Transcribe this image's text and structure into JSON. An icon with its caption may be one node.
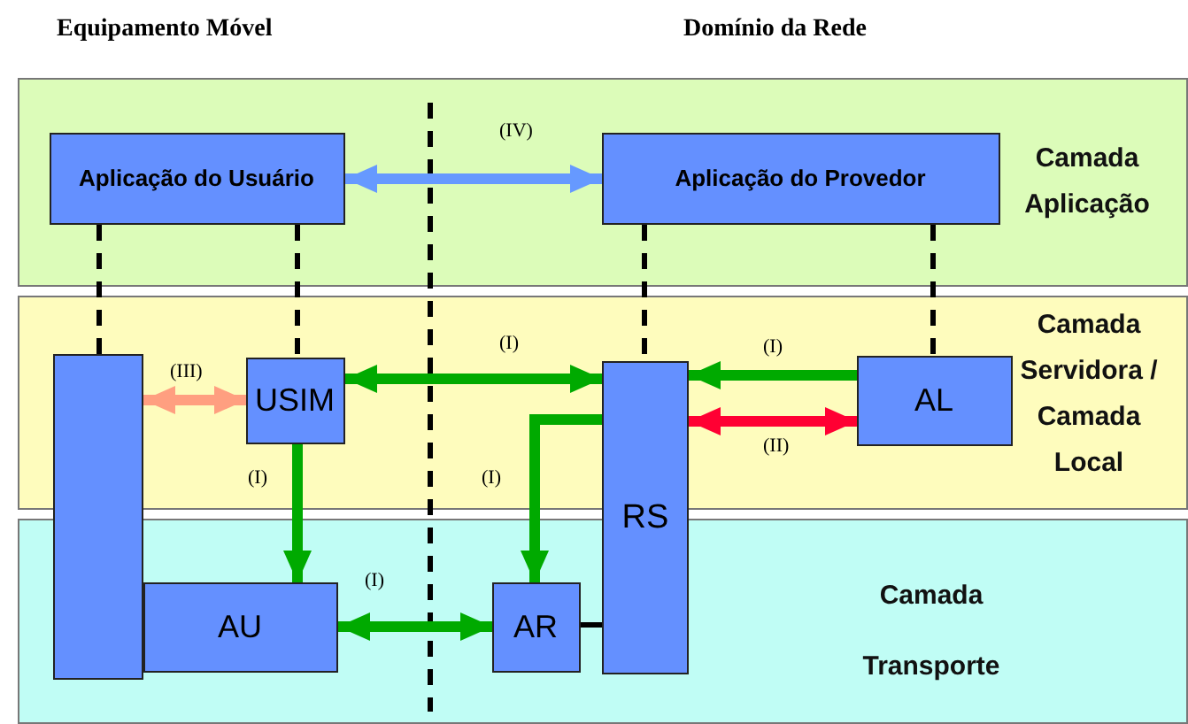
{
  "diagram": {
    "nodes": [
      {
        "text": [
          "Camada Aplicação"
        ]
      },
      {
        "text": [
          "Camada Servidora / Camada Local"
        ]
      },
      {
        "text": [
          "Camada Transporte"
        ]
      },
      {
        "text": [
          "Aplicação do Usuário"
        ],
        "in": 0
      },
      {
        "text": [
          "Aplicação do Provedor"
        ],
        "in": 0
      },
      {
        "text": [],
        "shape": "box"
      },
      {
        "text": [
          "USIM"
        ],
        "in": 1
      },
      {
        "text": [
          "RS"
        ]
      },
      {
        "text": [
          "AL"
        ],
        "in": 1
      },
      {
        "text": [
          "AU"
        ],
        "in": 2
      },
      {
        "text": [
          "AR"
        ],
        "in": 2
      }
    ],
    "edges": [
      {
        "from": 3,
        "to": 4,
        "arrow": "both",
        "label": "(IV)",
        "color": "#6699ff"
      },
      {
        "from": 5,
        "to": 6,
        "arrow": "both",
        "label": "(III)",
        "color": "#ff9f80"
      },
      {
        "from": 6,
        "to": 7,
        "arrow": "both",
        "label": "(I)"
      },
      {
        "from": 8,
        "to": 7,
        "arrow": "to",
        "label": "(I)"
      },
      {
        "from": 7,
        "to": 8,
        "arrow": "both",
        "label": "(II)",
        "color": "#ff0033"
      },
      {
        "from": 6,
        "to": 9,
        "arrow": "to",
        "label": "(I)"
      },
      {
        "from": 7,
        "to": 10,
        "arrow": "to",
        "label": "(I)"
      },
      {
        "from": 9,
        "to": 10,
        "arrow": "both",
        "label": "(I)"
      },
      {
        "from": 10,
        "to": 7,
        "arrow": "none",
        "color": "#000000"
      },
      {
        "from": 3,
        "to": 5,
        "arrow": "none",
        "style": "dashed",
        "color": "#000000"
      },
      {
        "from": 3,
        "to": 6,
        "arrow": "none",
        "style": "dashed",
        "color": "#000000"
      },
      {
        "from": 4,
        "to": 7,
        "arrow": "none",
        "style": "dashed",
        "color": "#000000"
      },
      {
        "from": 4,
        "to": 8,
        "arrow": "none",
        "style": "dashed",
        "color": "#000000"
      }
    ],
    "labels": [
      "Equipamento Móvel",
      "Domínio da Rede"
    ]
  }
}
